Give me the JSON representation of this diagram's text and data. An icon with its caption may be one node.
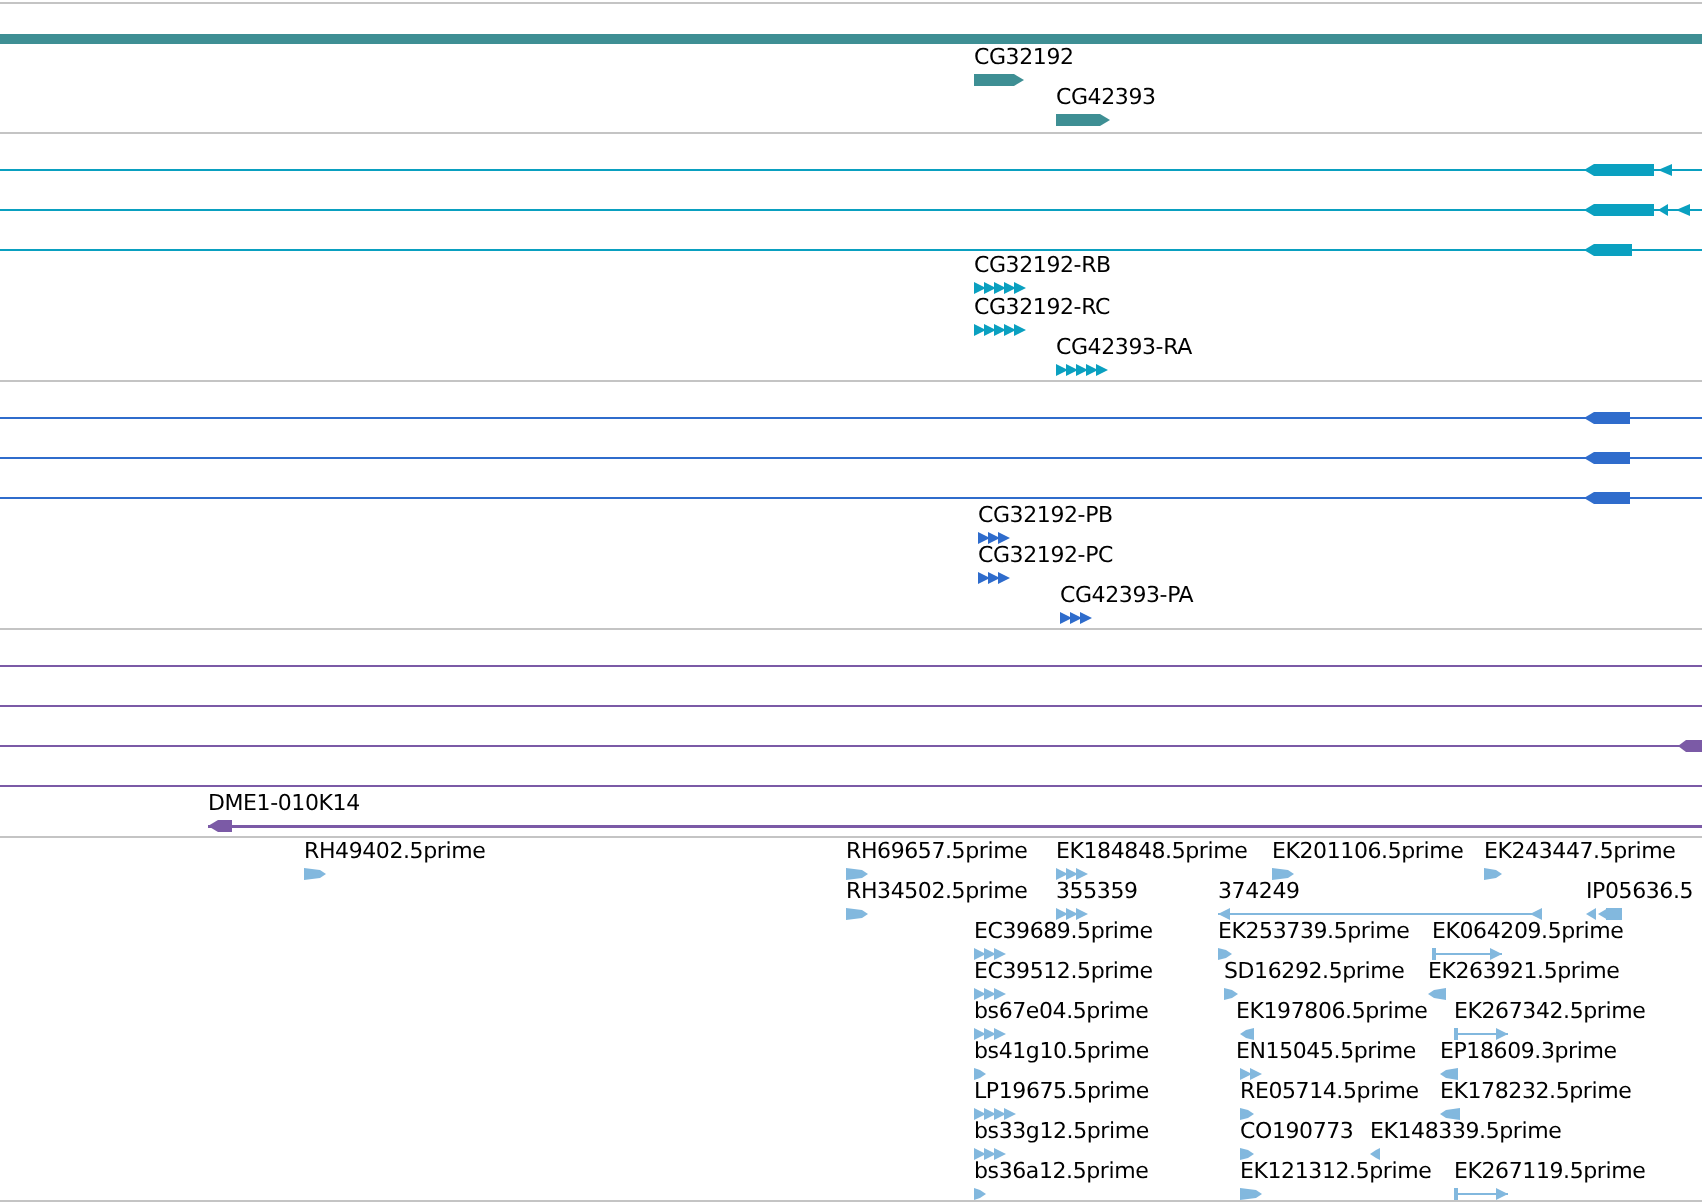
{
  "diagram": {
    "nodes": [
      {
        "text": [
          "CG32192"
        ]
      },
      {
        "text": [
          "CG42393"
        ]
      },
      {
        "text": [
          "CG32192-RB"
        ]
      },
      {
        "text": [
          "CG32192-RC"
        ]
      },
      {
        "text": [
          "CG42393-RA"
        ]
      },
      {
        "text": [
          "CG32192-PB"
        ]
      },
      {
        "text": [
          "CG32192-PC"
        ]
      },
      {
        "text": [
          "CG42393-PA"
        ]
      },
      {
        "text": [
          "DME1-010K14"
        ]
      },
      {
        "text": [
          "RH49402.5prime"
        ]
      },
      {
        "text": [
          "RH69657.5prime"
        ]
      },
      {
        "text": [
          "EK184848.5prime"
        ]
      },
      {
        "text": [
          "EK201106.5prime"
        ]
      },
      {
        "text": [
          "EK243447.5prime"
        ]
      },
      {
        "text": [
          "RH34502.5prime"
        ]
      },
      {
        "text": [
          "355359"
        ]
      },
      {
        "text": [
          "374249"
        ]
      },
      {
        "text": [
          "IP05636.5"
        ]
      },
      {
        "text": [
          "EC39689.5prime"
        ]
      },
      {
        "text": [
          "EK253739.5prime"
        ]
      },
      {
        "text": [
          "EK064209.5prime"
        ]
      },
      {
        "text": [
          "EC39512.5prime"
        ]
      },
      {
        "text": [
          "SD16292.5prime"
        ]
      },
      {
        "text": [
          "EK263921.5prime"
        ]
      },
      {
        "text": [
          "bs67e04.5prime"
        ]
      },
      {
        "text": [
          "EK197806.5prime"
        ]
      },
      {
        "text": [
          "EK267342.5prime"
        ]
      },
      {
        "text": [
          "bs41g10.5prime"
        ]
      },
      {
        "text": [
          "EN15045.5prime"
        ]
      },
      {
        "text": [
          "EP18609.3prime"
        ]
      },
      {
        "text": [
          "LP19675.5prime"
        ]
      },
      {
        "text": [
          "RE05714.5prime"
        ]
      },
      {
        "text": [
          "EK178232.5prime"
        ]
      },
      {
        "text": [
          "bs33g12.5prime"
        ]
      },
      {
        "text": [
          "CO190773"
        ]
      },
      {
        "text": [
          "EK148339.5prime"
        ]
      },
      {
        "text": [
          "bs36a12.5prime"
        ]
      },
      {
        "text": [
          "EK121312.5prime"
        ]
      },
      {
        "text": [
          "EK267119.5prime"
        ]
      }
    ],
    "edges": []
  }
}
